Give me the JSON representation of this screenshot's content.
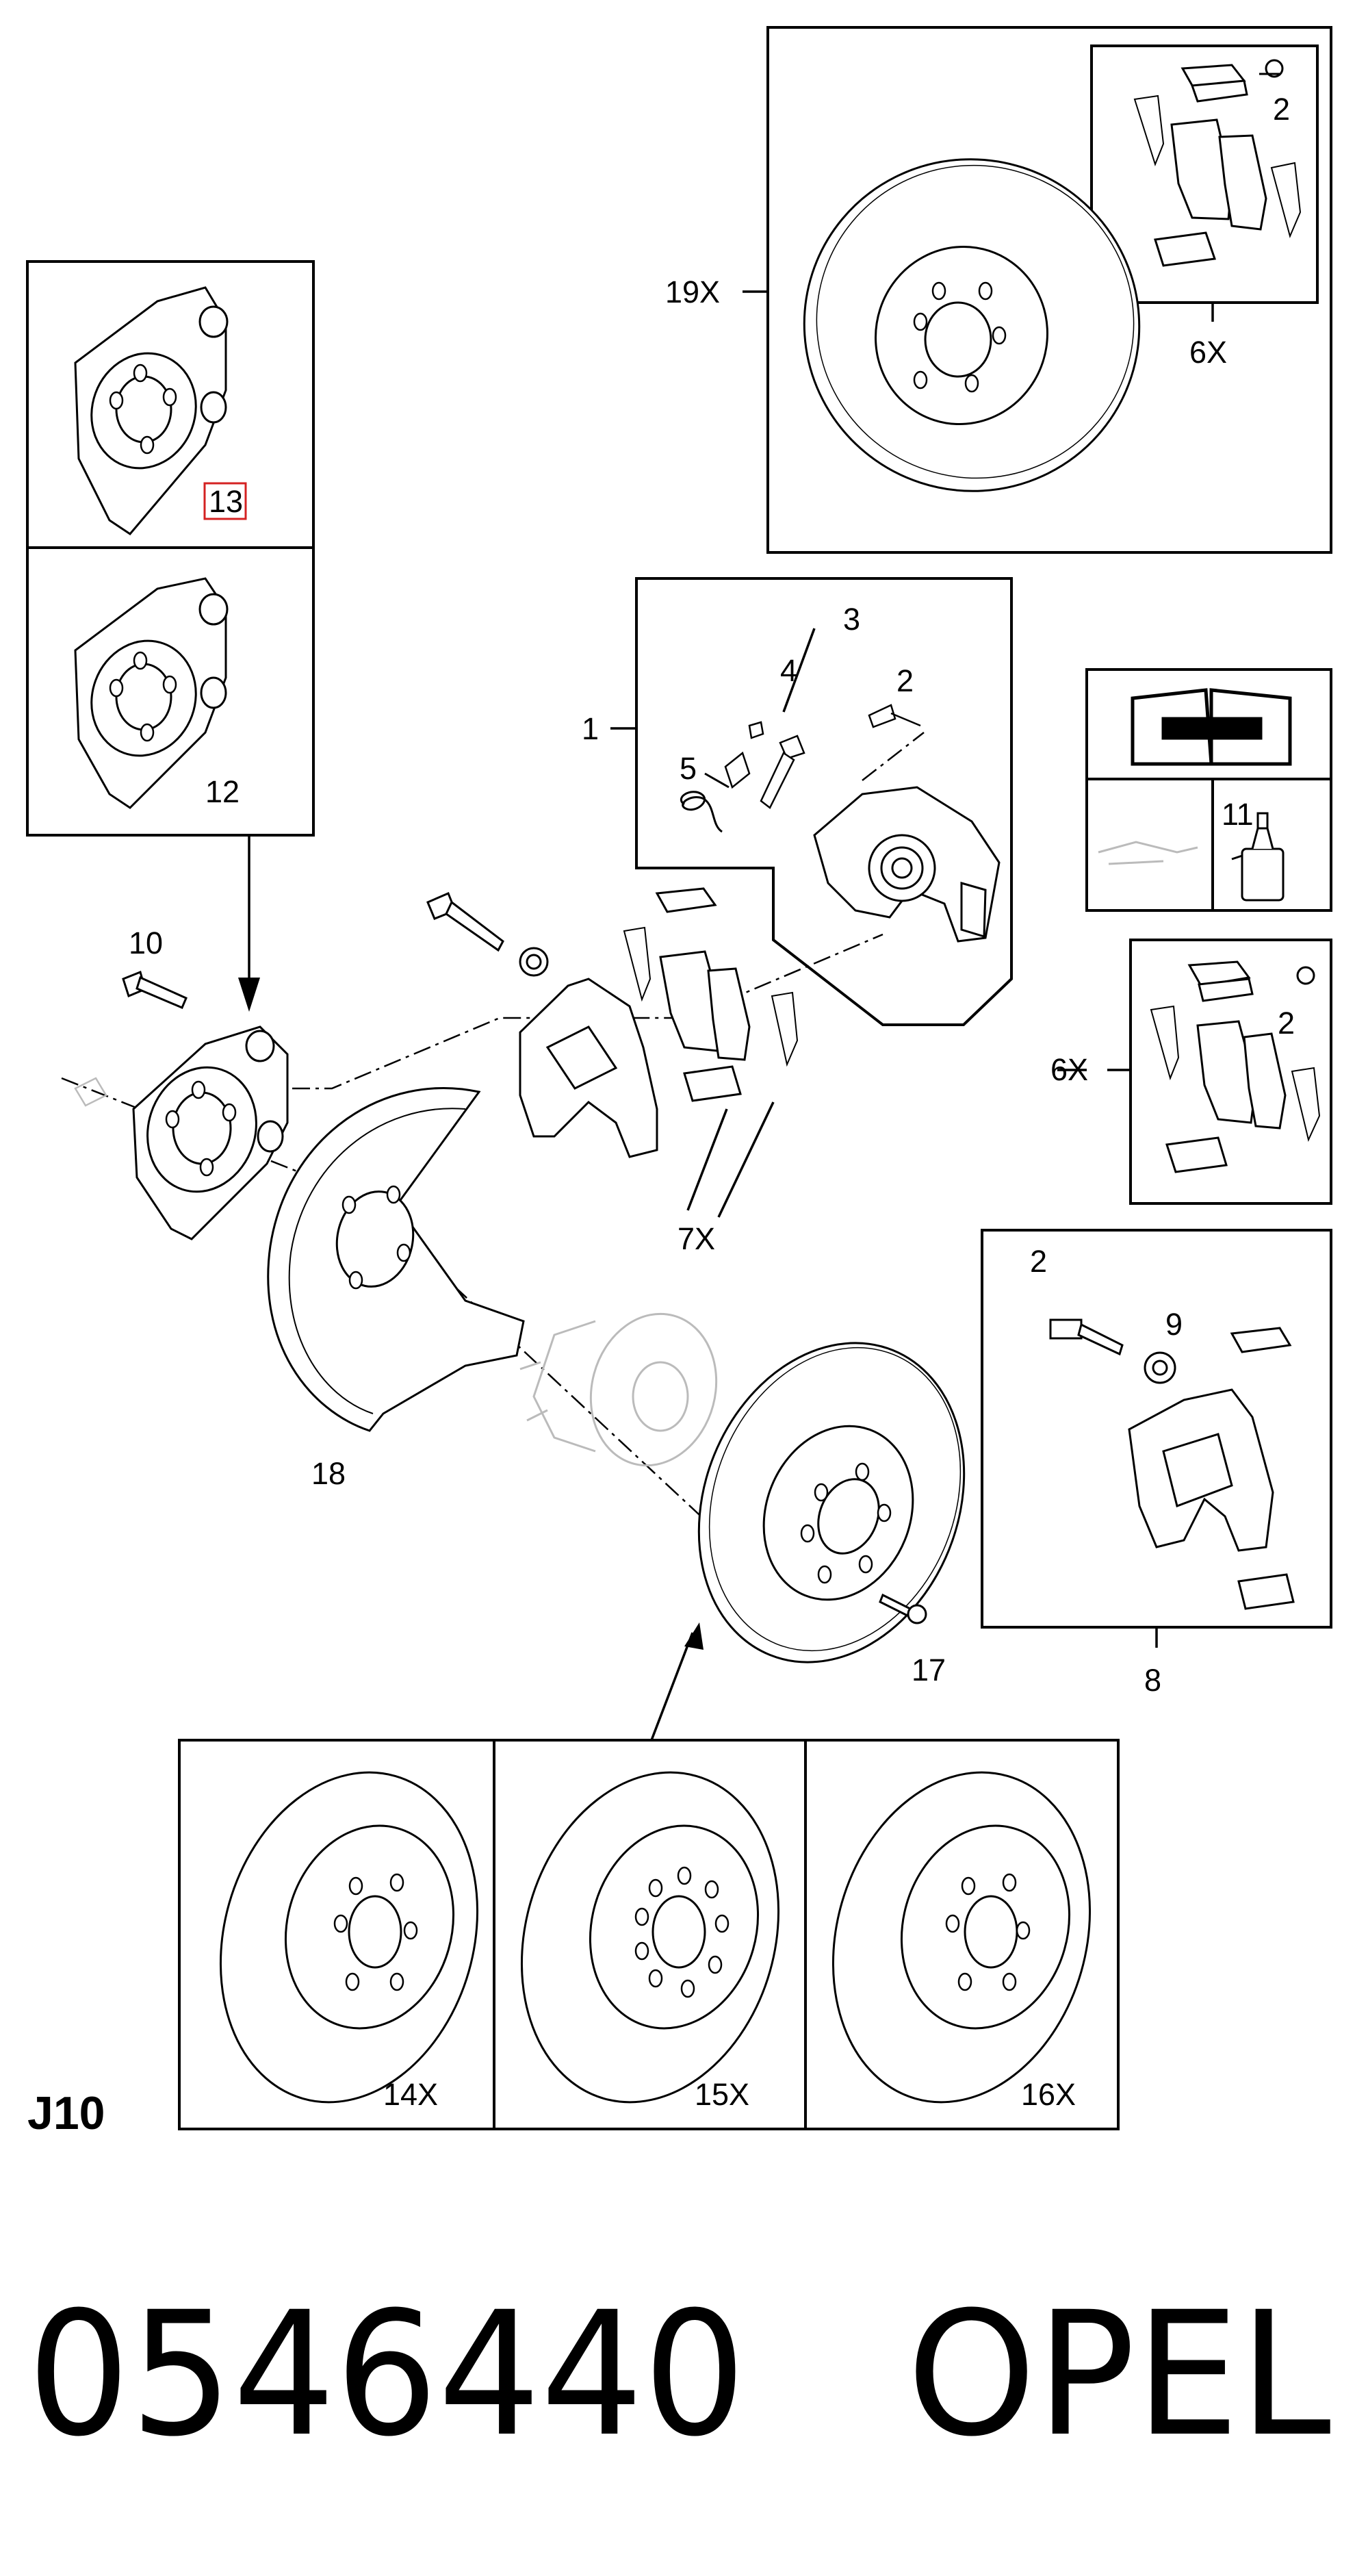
{
  "diagram": {
    "section_code": "J10",
    "part_number": "0546440",
    "brand": "OPEL",
    "callouts": {
      "c1": "1",
      "c2_pad_box_top": "2",
      "c2_caliper_box": "2",
      "c2_pad_box_mid": "2",
      "c2_carrier_box": "2",
      "c3": "3",
      "c4": "4",
      "c5": "5",
      "c6_top": "6X",
      "c6_mid": "6X",
      "c7": "7X",
      "c8": "8",
      "c9": "9",
      "c10": "10",
      "c11": "11",
      "c12": "12",
      "c13": "13",
      "c14": "14X",
      "c15": "15X",
      "c16": "16X",
      "c17": "17",
      "c18": "18",
      "c19": "19X"
    },
    "highlighted_callout": "13",
    "highlight_color": "#d42222",
    "line_color": "#000000",
    "ghost_color": "#bbbbbb"
  }
}
